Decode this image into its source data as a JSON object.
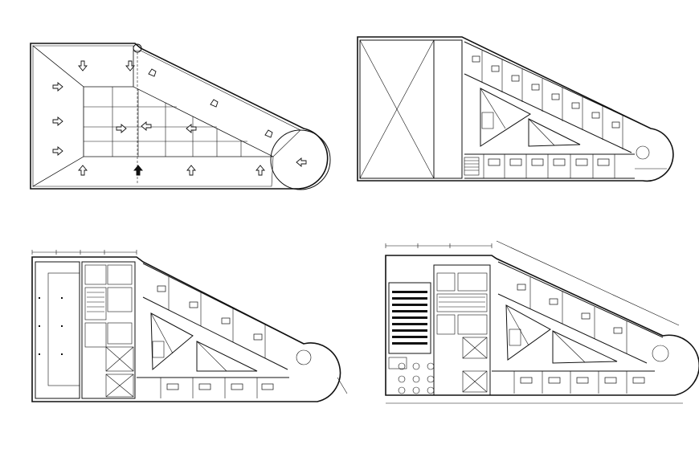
{
  "drawing": {
    "views": [
      {
        "id": "roof-plan"
      },
      {
        "id": "typical-floor-plan-a"
      },
      {
        "id": "typical-floor-plan-b"
      },
      {
        "id": "typical-floor-plan-c"
      }
    ]
  }
}
